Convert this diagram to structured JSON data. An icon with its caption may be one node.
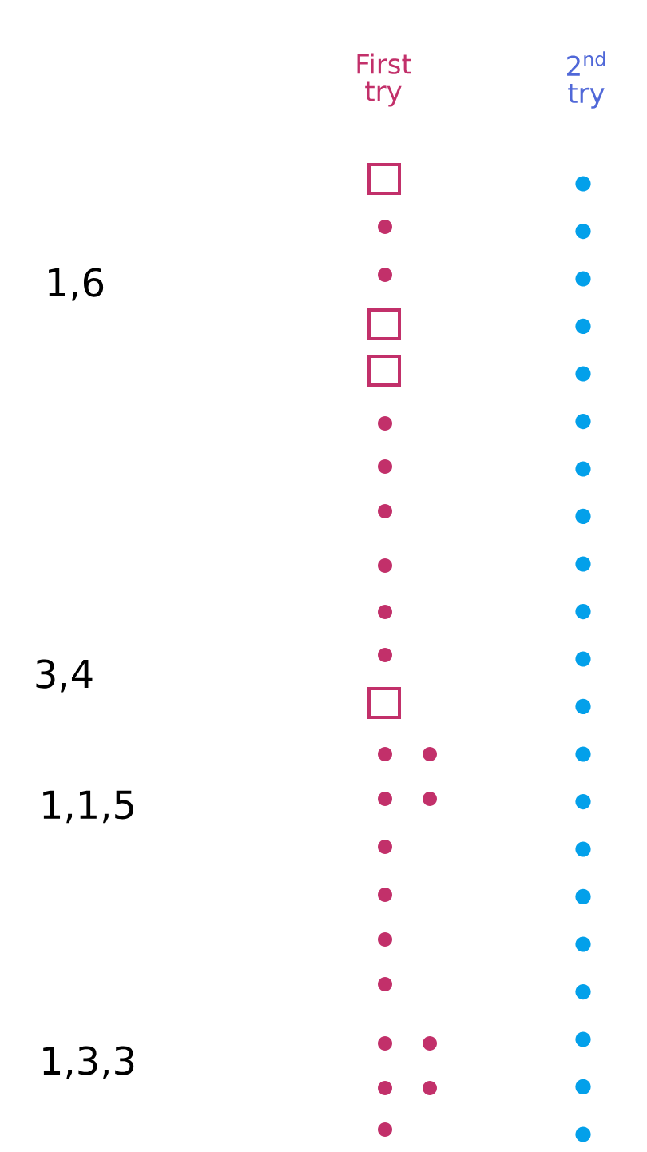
{
  "diagram": {
    "labels": [
      "First try",
      "2$^{nd}$ try",
      "1,6",
      "3,4",
      "1,1,5",
      "1,3,3"
    ]
  }
}
